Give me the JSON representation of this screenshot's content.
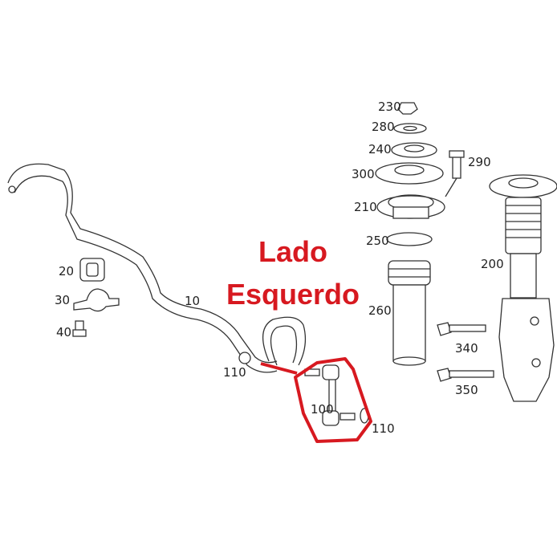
{
  "annotation": {
    "line1": "Lado",
    "line2": "Esquerdo",
    "color": "#d71920"
  },
  "callouts": {
    "c230": "230",
    "c280": "280",
    "c240": "240",
    "c290": "290",
    "c300": "300",
    "c210": "210",
    "c250": "250",
    "c200": "200",
    "c260": "260",
    "c340": "340",
    "c350": "350",
    "c20": "20",
    "c30": "30",
    "c40": "40",
    "c10": "10",
    "c110a": "110",
    "c100": "100",
    "c110b": "110"
  }
}
